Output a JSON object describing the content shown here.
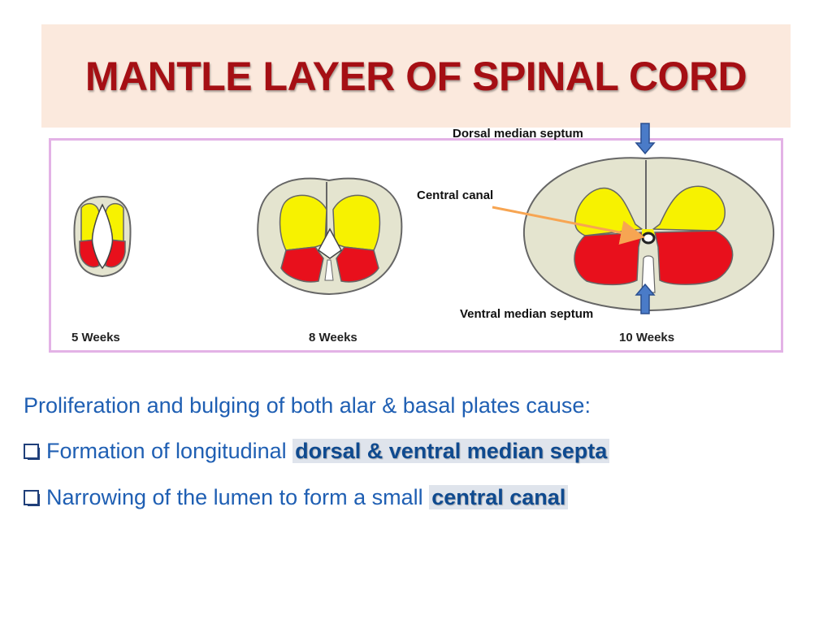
{
  "title": "MANTLE LAYER OF SPINAL CORD",
  "figure": {
    "labels": {
      "dorsal_median_septum": "Dorsal median septum",
      "central_canal": "Central canal",
      "ventral_median_septum": "Ventral median septum"
    },
    "stages": [
      "5 Weeks",
      "8 Weeks",
      "10 Weeks"
    ]
  },
  "body": {
    "intro": "Proliferation and bulging of both alar & basal plates cause:",
    "bullets": [
      {
        "text": "Formation of longitudinal ",
        "highlight": "dorsal & ventral median septa"
      },
      {
        "text": "Narrowing of the lumen to form a small ",
        "highlight": "central canal"
      }
    ]
  },
  "colors": {
    "title": "#a50f14",
    "title_band": "#fbe9dd",
    "alar_plate": "#f7f200",
    "basal_plate": "#e8101c",
    "marginal_layer": "#e4e4cf",
    "body_text": "#1f5fb3",
    "arrow_blue": "#4a7bc8",
    "arrow_orange": "#f7a552"
  }
}
